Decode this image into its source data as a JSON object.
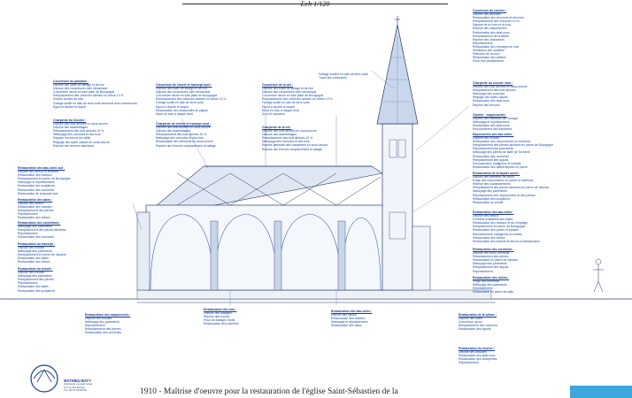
{
  "header": {
    "scale": "Ech 1/120"
  },
  "caption": "1910 - Maîtrise d'oeuvre pour la restauration de l'église Saint-Sébastien de la",
  "logo": {
    "name": "MATHIEU BATY",
    "lines": [
      "Architecte du patrimoine",
      "10 rue des Ecoles",
      "Tél. 03 21 00 00 00"
    ]
  },
  "badge": "",
  "annotations": [
    {
      "id": "note-a",
      "heading": "Couverture du pantalon :",
      "lines": [
        "Dépose des tuiles de faîtage et de rive",
        "Dépose des couvertures tuile mécanique",
        "Couverture neuve en tuile plate de Bourgogne",
        "Remplacement des chevrons abîmés en chêne 10 %",
        "Solives bordes de tuile",
        "Faîtage scellé en tuile de terre cuite ancienne avec embarrures",
        "Egout à double et nuque"
      ]
    },
    {
      "id": "note-b",
      "heading": "Charpente du Clocher :",
      "lines": [
        "Dépose des bois abîmés en sous-oeuvre",
        "Dépose des assemblages",
        "Remplacement des bois abîmés 15 %",
        "Nettoyage des consoles et des bois",
        "Réparer les bois et les taillis",
        "Réglage des épiés cassés en sous-oeuvre",
        "Reprise des ferrures attendant"
      ]
    },
    {
      "id": "note-c",
      "heading": "Couverture de chevet et transept nord :",
      "lines": [
        "Dépose des tuiles de faîtage et de rive",
        "Dépose des couvertures tuile mécanique",
        "Couverture neuve en tuile plate de Bourgogne",
        "Remplacement des chevrons abîmés en chêne 10 %",
        "Faîtage scellé en tuile de terre cuite",
        "Egout à double et nuque",
        "Restauration des charpentes de pignon",
        "Noue en bois à rasque fond"
      ]
    },
    {
      "id": "note-d",
      "heading": "Charpente de chevet et transept nord :",
      "lines": [
        "Dépose des bois abîmés en sous-oeuvre",
        "Dépose des assemblages",
        "Remplacement des bois abîmés 10 %",
        "Nettoyage des consoles et des bois",
        "Restauration des éléments en sous-oeuvre",
        "Reprise des ferrures remplacement et calage"
      ]
    },
    {
      "id": "note-e",
      "heading": "Couverture de la nef :",
      "lines": [
        "Dépose des tuiles de faîtage et de rive",
        "Dépose des couvertures tuile mécanique",
        "Couverture neuve en tuile plate de Bourgogne",
        "Remplacement des chevrons abîmés en chêne 10 %",
        "Faîtage scellé en tuile de terre cuite",
        "Egout à double et nuque",
        "Noue en bois à rasque fond",
        "Solin et siphonne"
      ]
    },
    {
      "id": "note-f",
      "heading": "Charpente de la nef :",
      "lines": [
        "Dépose des bois abîmés en sous-oeuvre",
        "Dépose des assemblages",
        "Remplacement des bois abîmés 10 %",
        "Nettoyage des consoles et des bois",
        "Reprise générale des charpentes en sous-oeuvre",
        "Reprise des ferrures remplacement et calage"
      ]
    },
    {
      "id": "note-g",
      "heading": "",
      "lines": [
        "Faîtage scellée en tuile de terre cuite",
        "Tracé des ornements"
      ]
    },
    {
      "id": "note-h",
      "heading": "Couverture du clocher :",
      "lines": [
        "Dépose des ardoises",
        "Restauration des chevrons et des bois",
        "Remplacement des chevrons 10 %",
        "Dépose de la croix et du coq",
        "Reprise des maçonneries",
        "Restauration des abat-sons",
        "Remplacement de la flèche",
        "Reprise des charpentes",
        "Rejointoiement",
        "Restauration des ouvrages en zinc",
        "Ventilation des combles",
        "Réfection de la croix",
        "Restauration des arêtiers",
        "Pose d'un paratonnerre"
      ]
    },
    {
      "id": "note-i",
      "heading": "Charpente du clocher nord :",
      "lines": [
        "Dépose des bois abîmés en sous-oeuvre",
        "Remplacement des bois abîmés",
        "Nettoyage des consoles",
        "Réglage des épiés cassés",
        "Restauration des abat-sons",
        "Reprise des ferrures"
      ]
    },
    {
      "id": "note-j",
      "heading": "Clocher - maçonneries :",
      "lines": [
        "Dépose des éléments de l'horloge",
        "Nettoyage et rejointoiement",
        "Restauration des abat-sons",
        "Recouvrement des bandeaux"
      ]
    },
    {
      "id": "note-k",
      "heading": "Maçonneries des bas-côtés :",
      "lines": [
        "Dépose des enduits",
        "Restauration des maçonneries en moellons",
        "Remplacement des pierres abîmées en pierre de Bourgogne",
        "Rejointoiement des parements",
        "Nettoyage des pierres de taille de Tonnerre",
        "Restauration des corniches",
        "Remplacement des appuis",
        "Recoupement, badigeons et enduits",
        "Restauration des dalles dépose en pierre"
      ]
    },
    {
      "id": "note-l",
      "heading": "Restauration de la façade ouest :",
      "lines": [
        "Dépose des éléments de décor",
        "Purge des maçonneries en pierre et moellons",
        "Reprise des soubassements",
        "Remplacement des pierres abîmées en pierre de Vauclos",
        "Nettoyage des parements",
        "Rejointoiement des maçonneries et des pierres",
        "Restauration des sculptures",
        "Restauration du portail"
      ]
    },
    {
      "id": "note-m",
      "heading": "Restauration des bas-côtés :",
      "lines": [
        "Dépose des vitraux",
        "Fenêtres existantes des baies",
        "Restauration des réseaux et du remplage",
        "Remplacement en pierre de Bourgogne",
        "Restauration des portes et portails",
        "Rejointoiement, badigeons et enduits",
        "Restauration des vitraux",
        "Restauration des enduits et décors contemporains"
      ]
    },
    {
      "id": "note-n",
      "heading": "Restauration des corniches :",
      "lines": [
        "Dépose des blocs d'enduits",
        "Remplacement des pierres",
        "Restauration en pierre de Vauclos",
        "Nettoyage des parements",
        "Remplacement des appuis",
        "Rejointoiement"
      ]
    },
    {
      "id": "note-o",
      "heading": "Restauration des niches :",
      "lines": [
        "Purge des éléments",
        "Nettoyage des parements",
        "Rejointoiement",
        "Restauration en pierre de taille"
      ]
    },
    {
      "id": "note-p",
      "heading": "Restauration des bas-côtés sud :",
      "lines": [
        "Dépose des vitraux et fenêtres",
        "Restauration des réseaux",
        "Remplacement en pierre de Bourgogne",
        "Nettoyage et rejointoiement",
        "Restauration des sculptures",
        "Restauration des corniches",
        "Restauration de la façade sud"
      ]
    },
    {
      "id": "note-q",
      "heading": "Restauration des baies :",
      "lines": [
        "Dépose des vitraux",
        "Restauration des réseaux",
        "Remplacement des pierres",
        "Rejointoiement",
        "Restauration des vitraux"
      ]
    },
    {
      "id": "note-r",
      "heading": "Restauration des contreforts :",
      "lines": [
        "Nettoyage des parements",
        "Remplacement des pierres abîmées",
        "Rejointoiement",
        "Restauration des corniches"
      ]
    },
    {
      "id": "note-s",
      "heading": "Restauration du transept :",
      "lines": [
        "Dépose des enduits",
        "Nettoyage des parements",
        "Remplacement en pierre de Vauclos",
        "Restauration des baies",
        "Restauration des vitraux"
      ]
    },
    {
      "id": "note-t",
      "heading": "Restauration du chevet :",
      "lines": [
        "Dépose des enduits",
        "Nettoyage des parements",
        "Remplacement des pierres",
        "Rejointoiement",
        "Restauration des baies",
        "Restauration des sculptures"
      ]
    },
    {
      "id": "note-u",
      "heading": "Restauration des maçonneries :",
      "lines": [
        "Dépose des enduits",
        "Nettoyage des parements",
        "Rejointoiement",
        "Remplacement des pierres",
        "Restauration des corniches"
      ]
    },
    {
      "id": "note-v",
      "heading": "Restauration des sols :",
      "lines": [
        "Dépose des dallages",
        "Reprise des formes",
        "Pose de dallages neufs",
        "Restauration des marches"
      ]
    },
    {
      "id": "note-w",
      "heading": "Restauration des bas-côtés :",
      "lines": [
        "Dépose des vitraux",
        "Restauration des réseaux",
        "Nettoyage et rejointoiement",
        "Restauration des baies"
      ]
    },
    {
      "id": "note-x",
      "heading": "Restauration de la toiture :",
      "lines": [
        "Dépose des tuiles",
        "Couverture neuve",
        "Remplacement des chevrons",
        "Restauration des égouts"
      ]
    },
    {
      "id": "note-y",
      "heading": "Restauration du clocher :",
      "lines": [
        "Dépose des ardoises",
        "Restauration des abat-sons",
        "Restauration des charpentes",
        "Rejointoiement"
      ]
    }
  ]
}
